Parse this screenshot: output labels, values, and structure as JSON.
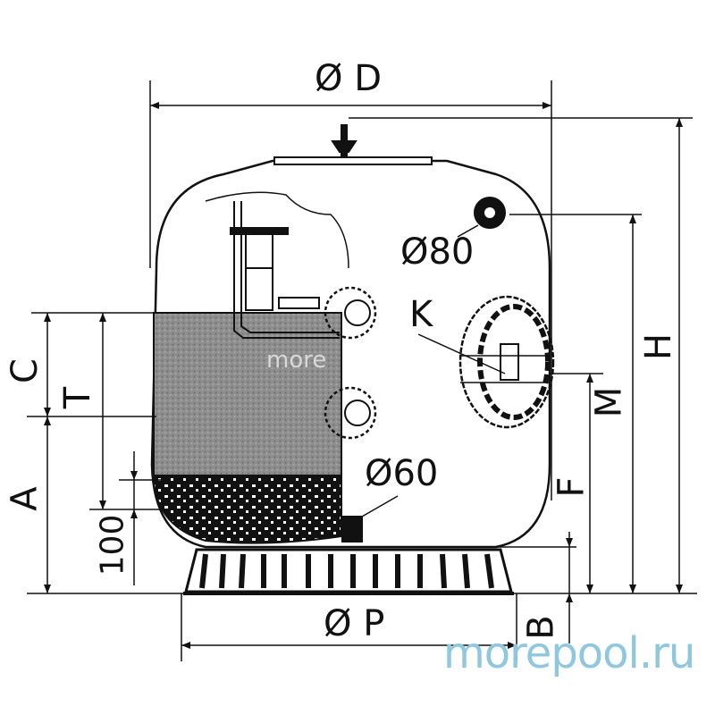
{
  "diagram": {
    "type": "technical-drawing",
    "subject": "side-mount sand filter tank with dimension callouts",
    "labels": {
      "diameter_d": "Ø D",
      "diameter_p": "Ø P",
      "port_80": "Ø80",
      "port_60": "Ø60",
      "k": "K",
      "h": "H",
      "m": "M",
      "f": "F",
      "b": "B",
      "a": "A",
      "c": "C",
      "t": "T",
      "dim_100": "100"
    },
    "watermark": "morepool.ru",
    "watermark_faint": "more",
    "colors": {
      "line": "#111111",
      "media_fill": "#8a8a8a",
      "gravel_fill": "#1a1a1a",
      "watermark": "#8fc8de"
    }
  }
}
